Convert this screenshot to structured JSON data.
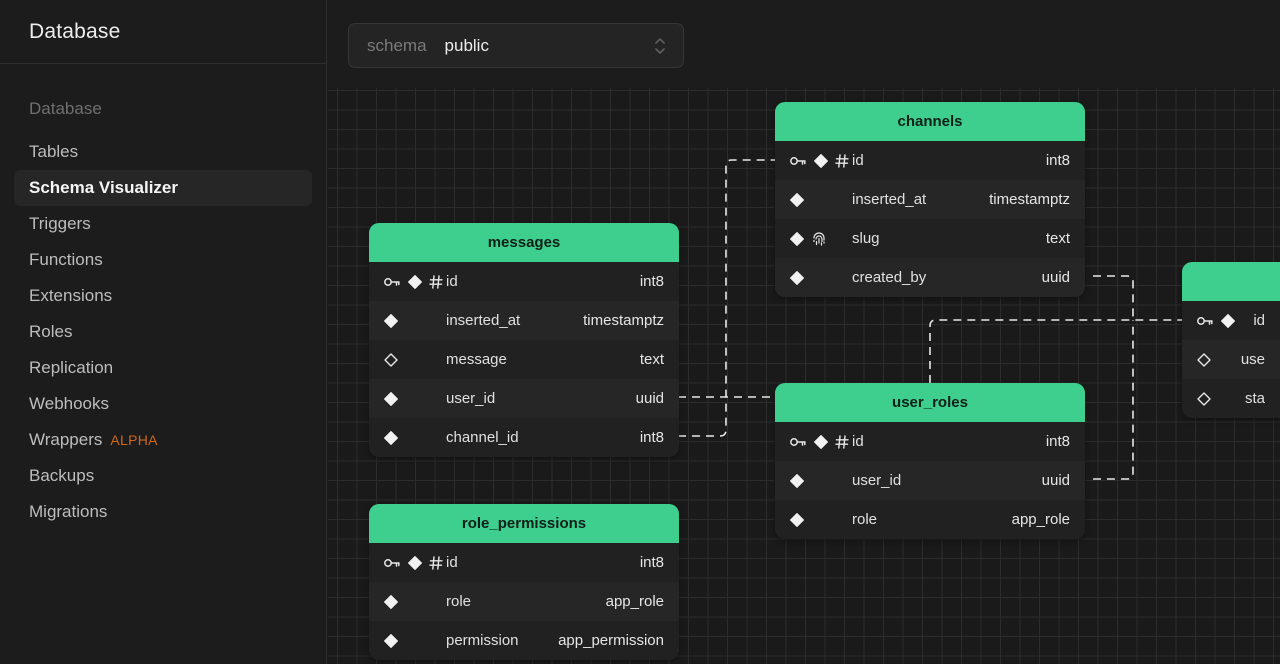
{
  "sidebar": {
    "title": "Database",
    "section_heading": "Database",
    "items": [
      {
        "label": "Tables"
      },
      {
        "label": "Schema Visualizer",
        "active": true
      },
      {
        "label": "Triggers"
      },
      {
        "label": "Functions"
      },
      {
        "label": "Extensions"
      },
      {
        "label": "Roles"
      },
      {
        "label": "Replication"
      },
      {
        "label": "Webhooks"
      },
      {
        "label": "Wrappers",
        "badge": "ALPHA"
      },
      {
        "label": "Backups"
      },
      {
        "label": "Migrations"
      }
    ]
  },
  "schema_select": {
    "label": "schema",
    "value": "public"
  },
  "tables": {
    "channels": {
      "name": "channels",
      "columns": [
        {
          "name": "id",
          "type": "int8",
          "icons": [
            "key-icon",
            "filled-diamond-icon",
            "hash-icon"
          ]
        },
        {
          "name": "inserted_at",
          "type": "timestamptz",
          "icons": [
            "filled-diamond-icon"
          ]
        },
        {
          "name": "slug",
          "type": "text",
          "icons": [
            "filled-diamond-icon",
            "fingerprint-icon"
          ]
        },
        {
          "name": "created_by",
          "type": "uuid",
          "icons": [
            "filled-diamond-icon"
          ]
        }
      ]
    },
    "messages": {
      "name": "messages",
      "columns": [
        {
          "name": "id",
          "type": "int8",
          "icons": [
            "key-icon",
            "filled-diamond-icon",
            "hash-icon"
          ]
        },
        {
          "name": "inserted_at",
          "type": "timestamptz",
          "icons": [
            "filled-diamond-icon"
          ]
        },
        {
          "name": "message",
          "type": "text",
          "icons": [
            "outline-diamond-icon"
          ]
        },
        {
          "name": "user_id",
          "type": "uuid",
          "icons": [
            "filled-diamond-icon"
          ]
        },
        {
          "name": "channel_id",
          "type": "int8",
          "icons": [
            "filled-diamond-icon"
          ]
        }
      ]
    },
    "user_roles": {
      "name": "user_roles",
      "columns": [
        {
          "name": "id",
          "type": "int8",
          "icons": [
            "key-icon",
            "filled-diamond-icon",
            "hash-icon"
          ]
        },
        {
          "name": "user_id",
          "type": "uuid",
          "icons": [
            "filled-diamond-icon"
          ]
        },
        {
          "name": "role",
          "type": "app_role",
          "icons": [
            "filled-diamond-icon"
          ]
        }
      ]
    },
    "role_permissions": {
      "name": "role_permissions",
      "columns": [
        {
          "name": "id",
          "type": "int8",
          "icons": [
            "key-icon",
            "filled-diamond-icon",
            "hash-icon"
          ]
        },
        {
          "name": "role",
          "type": "app_role",
          "icons": [
            "filled-diamond-icon"
          ]
        },
        {
          "name": "permission",
          "type": "app_permission",
          "icons": [
            "filled-diamond-icon"
          ]
        }
      ]
    },
    "users_partial": {
      "name": "",
      "columns": [
        {
          "name": "id",
          "type": "",
          "icons": [
            "key-icon",
            "filled-diamond-icon"
          ]
        },
        {
          "name": "use",
          "type": "",
          "icons": [
            "outline-diamond-icon"
          ]
        },
        {
          "name": "sta",
          "type": "",
          "icons": [
            "outline-diamond-icon"
          ]
        }
      ]
    }
  },
  "colors": {
    "accent": "#3ecf8e",
    "badge": "#d0661c",
    "background": "#1c1c1c",
    "card": "#212121"
  }
}
